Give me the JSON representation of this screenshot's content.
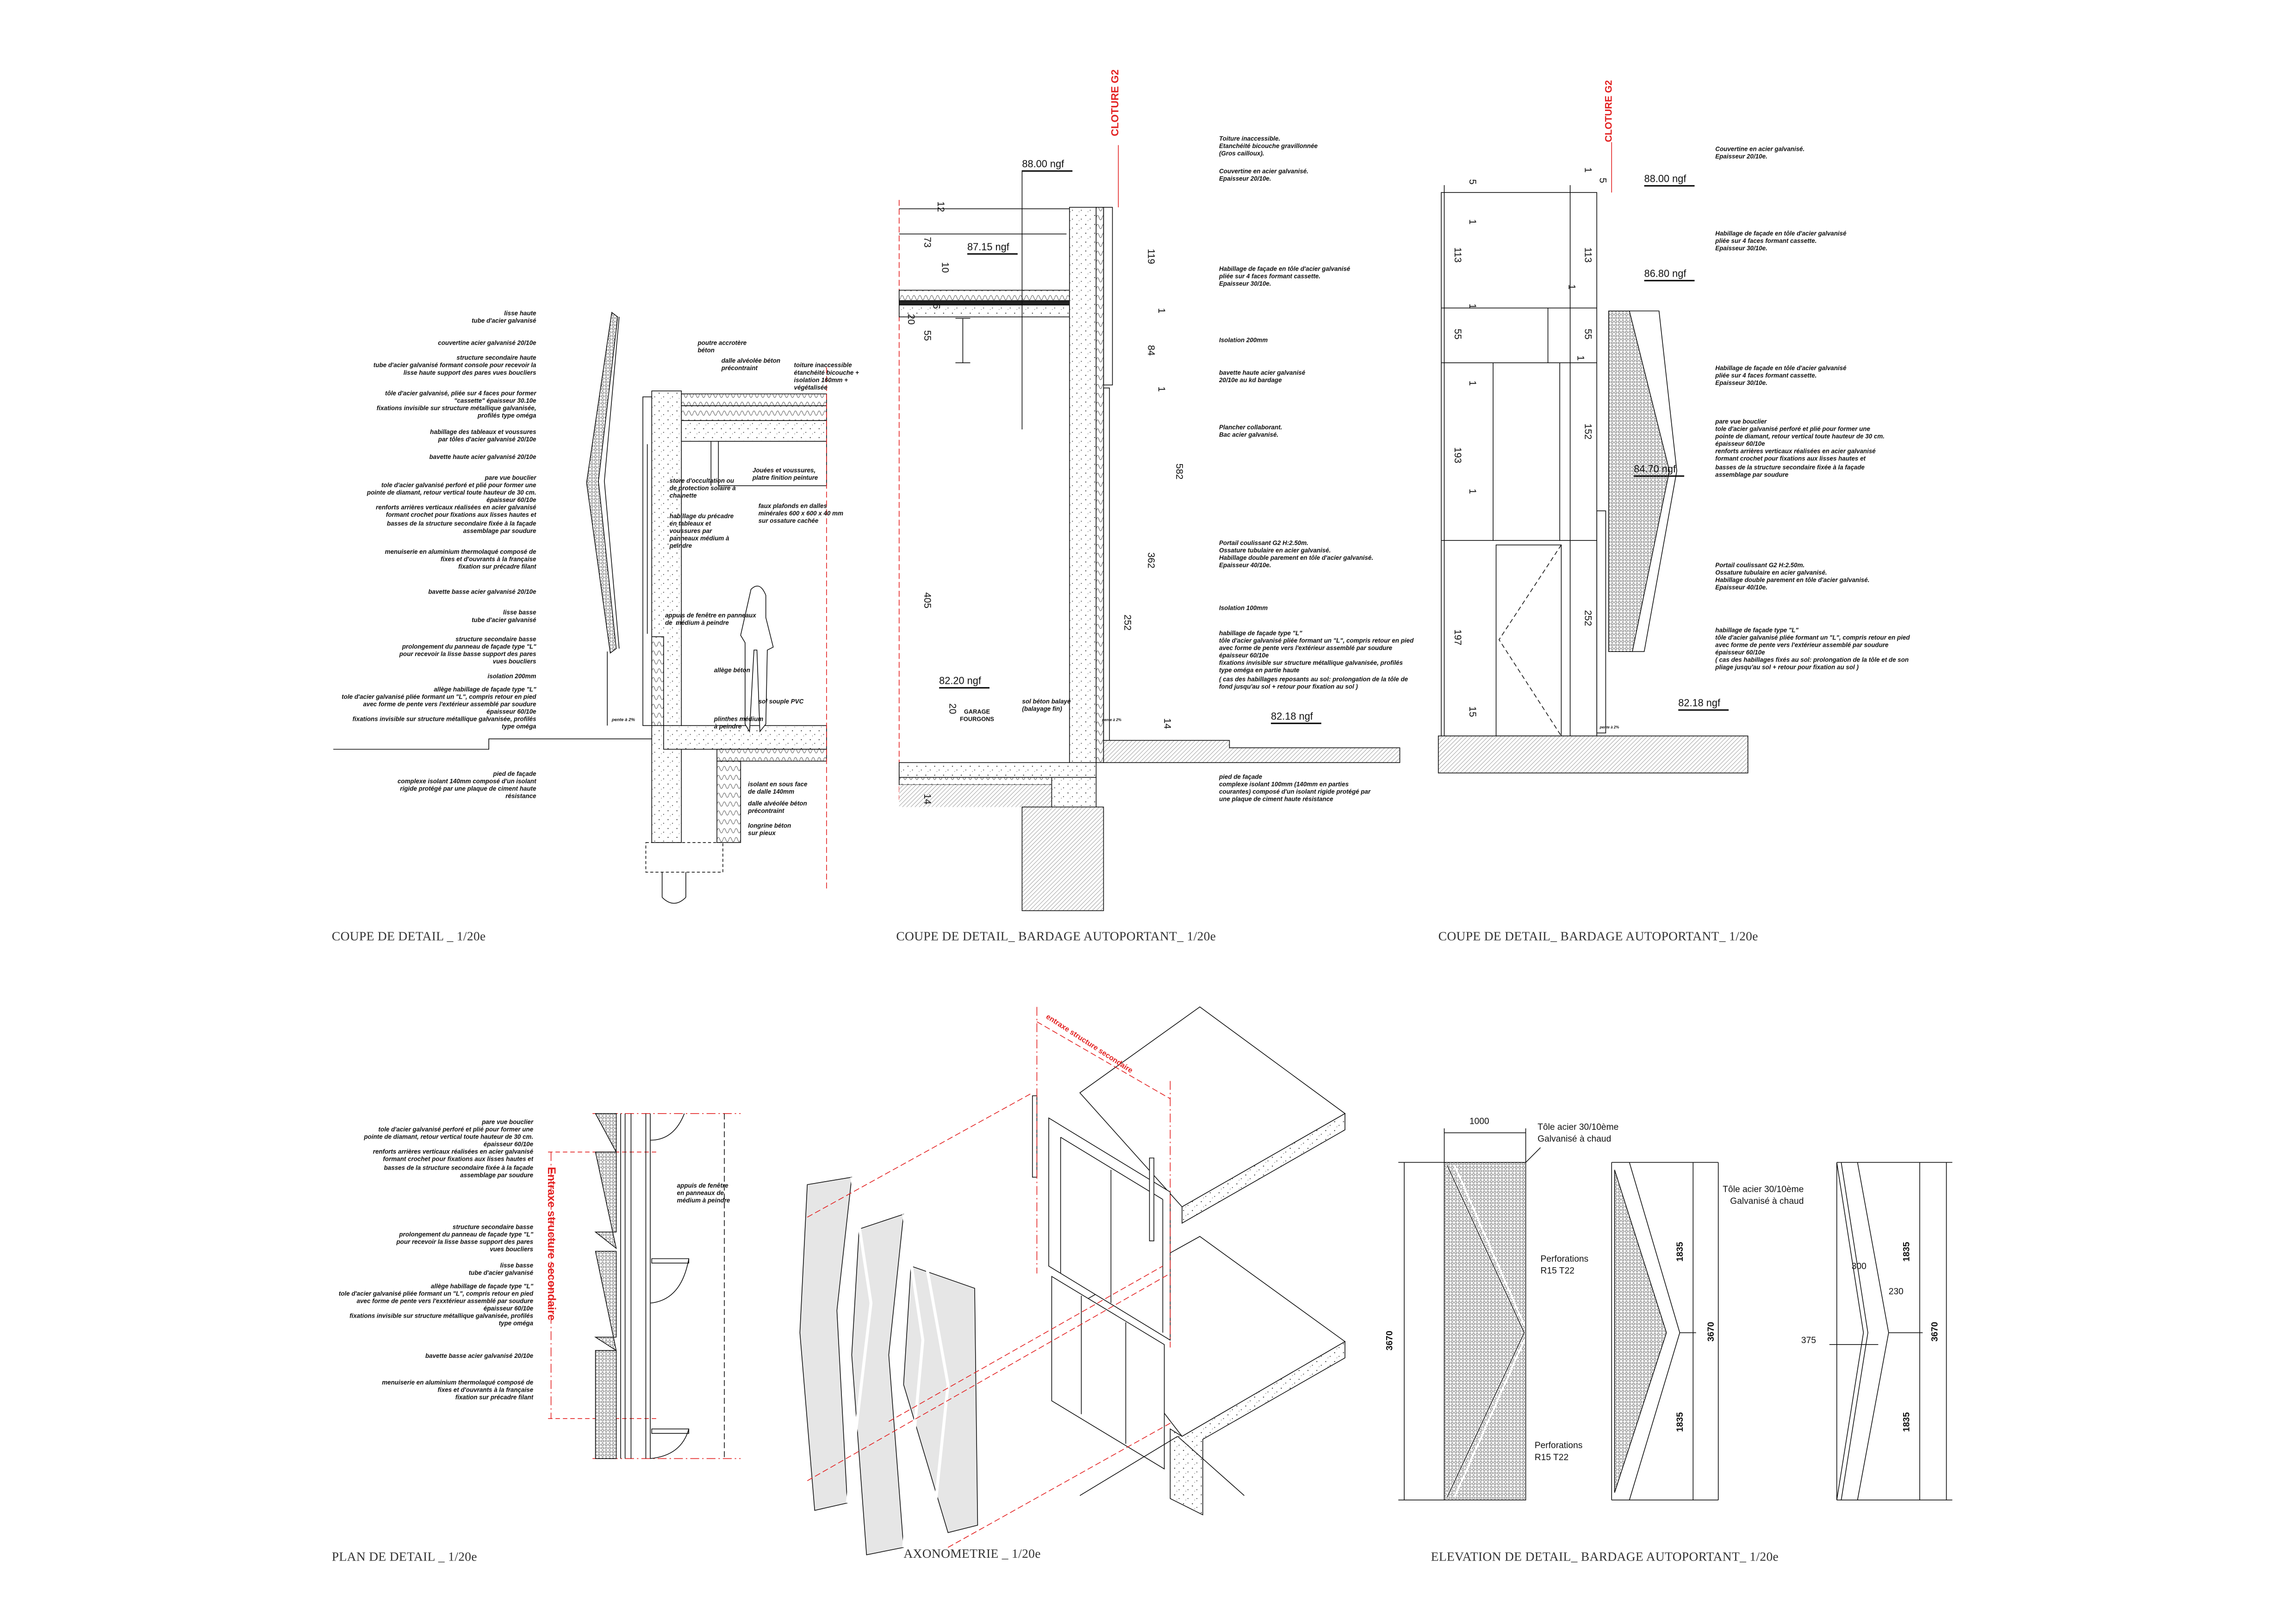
{
  "titles": {
    "coupe_detail": "COUPE DE DETAIL _ 1/20e",
    "coupe_bardage_1": "COUPE DE DETAIL_ BARDAGE AUTOPORTANT_ 1/20e",
    "coupe_bardage_2": "COUPE DE DETAIL_ BARDAGE AUTOPORTANT_ 1/20e",
    "plan_detail": "PLAN DE DETAIL _ 1/20e",
    "axonometrie": "AXONOMETRIE _ 1/20e",
    "elevation_detail": "ELEVATION DE DETAIL_ BARDAGE AUTOPORTANT_ 1/20e"
  },
  "s1": {
    "left": [
      "lisse haute\ntube d'acier galvanisé",
      "couvertine acier galvanisé 20/10e",
      "structure secondaire haute\ntube d'acier galvanisé formant console pour recevoir la\nlisse haute support des pares vues boucliers",
      "tôle d'acier galvanisé, pliée sur 4 faces pour former\n\"cassette\" épaisseur 30.10e\nfixations invisible sur structure métallique galvanisée,\nprofilés type oméga",
      "habillage des tableaux et voussures\npar tôles d'acier galvanisé 20/10e",
      "bavette haute acier galvanisé 20/10e",
      "pare vue bouclier\ntole d'acier galvanisé perforé et plié pour former une\npointe de diamant, retour vertical toute hauteur de 30 cm.\népaisseur 60/10e\nrenforts arrières verticaux réalisées en acier galvanisé\nformant crochet pour fixations aux lisses hautes et\nbasses de la structure secondaire fixée à la façade\nassemblage par soudure",
      "menuiserie en aluminium thermolaqué composé de\nfixes et d'ouvrants à la française\nfixation sur précadre filant",
      "bavette basse acier galvanisé 20/10e",
      "lisse basse\ntube d'acier galvanisé",
      "structure secondaire basse\nprolongement du panneau de façade type \"L\"\npour recevoir la lisse basse support des pares\nvues boucliers",
      "isolation 200mm",
      "allège habillage de façade type \"L\"\ntole d'acier galvanisé pliée formant un \"L\", compris retour en pied\navec forme de pente vers l'extérieur assemblé par soudure\népaisseur 60/10e\nfixations invisible sur structure métallique galvanisée, profilés\ntype oméga",
      "pied de façade\ncomplexe isolant 140mm composé d'un isolant\nrigide protégé par une plaque de ciment haute\nrésistance"
    ],
    "right": [
      "poutre accrotère\nbéton",
      "dalle alvéolée béton\nprécontraint",
      "toiture inaccessible\nétanchéité bicouche +\nisolation 160mm +\nvégétalisée",
      "Jouées et voussures,\nplatre finition peinture",
      "store d'occultation ou\nde protection solaire à\nchainette",
      "faux plafonds en dalles\nminérales 600 x 600 x 40 mm\nsur ossature cachée",
      "habillage du précadre\nen tableaux et\nvoussures par\npanneaux médium à\npeindre",
      "appuis de fenêtre en panneaux\nde  médium à peindre",
      "allège béton",
      "sol souple PVC",
      "plinthes médium\nà peindre",
      "isolant en sous face\nde dalle 140mm",
      "dalle alvéolée béton\nprécontraint",
      "longrine béton\nsur pieux"
    ],
    "pente": "pente à 2%"
  },
  "s2": {
    "cloture": "CLOTURE G2",
    "notes": [
      "Toiture inaccessible.\nEtanchéité bicouche gravillonnée\n(Gros cailloux).",
      "Couvertine en acier galvanisé.\nEpaisseur 20/10e.",
      "Habillage de façade en tôle d'acier galvanisé\npliée sur 4 faces formant cassette.\nEpaisseur 30/10e.",
      "Isolation 200mm",
      "bavette haute acier galvanisé\n20/10e au kd bardage",
      "Plancher collaborant.\nBac acier galvanisé.",
      "Portail coulissant G2 H:2.50m.\nOssature tubulaire en acier galvanisé.\nHabillage double parement en tôle d'acier galvanisé.\nEpaisseur 40/10e.",
      "Isolation 100mm",
      "habillage de façade type \"L\"\ntôle d'acier galvanisé pliée formant un \"L\", compris retour en pied\navec forme de pente vers l'extérieur assemblé par soudure\népaisseur 60/10e\nfixations invisible sur structure métallique galvanisée, profilés\ntype oméga en partie haute\n( cas des habillages reposants au sol: prolongation de la tôle de\nfond jusqu'au sol + retour pour fixation au sol )",
      "pied de façade\ncomplexe isolant 100mm (140mm en parties\ncourantes) composé d'un isolant rigide protégé par\nune plaque de ciment haute résistance"
    ],
    "levels": [
      "88.00 ngf",
      "87.15 ngf",
      "82.20 ngf",
      "82.18 ngf"
    ],
    "dims": [
      "12",
      "73",
      "10",
      "20",
      "5",
      "55",
      "119",
      "1",
      "84",
      "1",
      "582",
      "362",
      "252",
      "405",
      "20",
      "14",
      "14"
    ],
    "garage": "GARAGE\nFOURGONS",
    "sol": "sol béton balayé\n(balayage fin)",
    "pente": "pente à 2%"
  },
  "s3": {
    "cloture": "CLOTURE G2",
    "notes": [
      "Couvertine en acier galvanisé.\nEpaisseur 20/10e.",
      "Habillage de façade en tôle d'acier galvanisé\npliée sur 4 faces formant cassette.\nEpaisseur 30/10e.",
      "Habillage de façade en tôle d'acier galvanisé\npliée sur 4 faces formant cassette.\nEpaisseur 30/10e.",
      "pare vue bouclier\ntole d'acier galvanisé perforé et plié pour former une\npointe de diamant, retour vertical toute hauteur de 30 cm.\népaisseur 60/10e\nrenforts arrières verticaux réalisées en acier galvanisé\nformant crochet pour fixations aux lisses hautes et\nbasses de la structure secondaire fixée à la façade\nassemblage par soudure",
      "Portail coulissant G2 H:2.50m.\nOssature tubulaire en acier galvanisé.\nHabillage double parement en tôle d'acier galvanisé.\nEpaisseur 40/10e.",
      "habillage de façade type \"L\"\ntôle d'acier galvanisé pliée formant un \"L\", compris retour en pied\navec forme de pente vers l'extérieur assemblé par soudure\népaisseur 60/10e\n( cas des habillages fixés au sol: prolongation de la tôle et de son\npliage jusqu'au sol + retour pour fixation au sol )"
    ],
    "levels": [
      "88.00 ngf",
      "86.80 ngf",
      "84.70 ngf",
      "82.18 ngf"
    ],
    "dims_left": [
      "5",
      "1",
      "113",
      "1",
      "55",
      "1",
      "193",
      "1",
      "197",
      "15"
    ],
    "dims_mid": [
      "1",
      "5",
      "113",
      "1",
      "55",
      "1",
      "152",
      "252"
    ],
    "pente": "pente à 2%"
  },
  "plan": {
    "entraxe": "Entraxe structure secondaire",
    "left": [
      "pare vue bouclier\ntole d'acier galvanisé perforé et plié pour former une\npointe de diamant, retour vertical toute hauteur de 30 cm.\népaisseur 60/10e\nrenforts arrières verticaux réalisées en acier galvanisé\nformant crochet pour fixations aux lisses hautes et\nbasses de la structure secondaire fixée à la façade\nassemblage par soudure",
      "structure secondaire basse\nprolongement du panneau de façade type \"L\"\npour recevoir la lisse basse support des pares\nvues boucliers",
      "lisse basse\ntube d'acier galvanisé",
      "allège habillage de façade type \"L\"\ntole d'acier galvanisé pliée formant un \"L\", compris retour en pied\navec forme de pente vers l'exxtérieur assemblé par soudure\népaisseur 60/10e\nfixations invisible sur structure métallique galvanisée, profilés\ntype oméga",
      "bavette basse acier galvanisé 20/10e",
      "menuiserie en aluminium thermolaqué composé de\nfixes et d'ouvrants à la française\nfixation sur précadre filant"
    ],
    "right": "appuis de fenêtre\nen panneaux de\nmédium à peindre"
  },
  "axo": {
    "entraxe": "entraxe structure secondaire"
  },
  "elevation": {
    "width_dim": "1000",
    "height_dims": [
      "3670",
      "3670",
      "3670"
    ],
    "half_dims": [
      "1835",
      "1835",
      "1835",
      "1835"
    ],
    "tole": "Tôle acier 30/10ème\nGalvanisé à chaud",
    "tole2": "Tôle acier 30/10ème\nGalvanisé à chaud",
    "perforations_1": "Perforations\nR15 T22",
    "perforations_2": "Perforations\nR15 T22",
    "fold_dims": [
      "300",
      "230",
      "375"
    ]
  },
  "colors": {
    "red": "#e32222",
    "line": "#111111",
    "title": "#333333"
  }
}
